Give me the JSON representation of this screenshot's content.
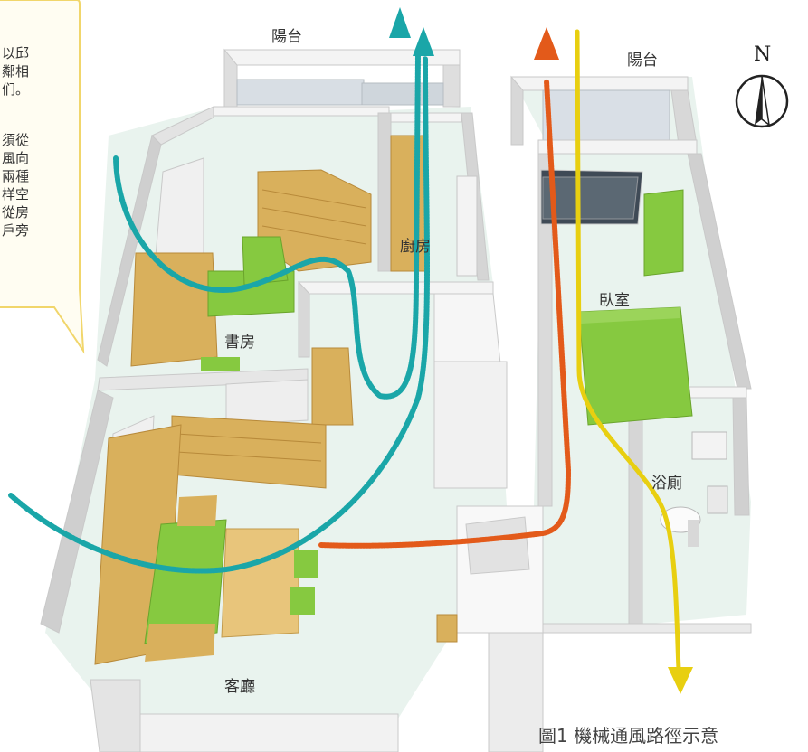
{
  "labels": {
    "balcony_left": "陽台",
    "balcony_right": "陽台",
    "kitchen": "廚房",
    "study": "書房",
    "bedroom": "臥室",
    "bathroom": "浴廁",
    "living_room": "客廳"
  },
  "bubble": {
    "lines": [
      "以邱",
      "鄰相",
      "们。",
      "須從",
      "風向",
      "兩種",
      "样空",
      "從房",
      "戶旁"
    ]
  },
  "compass": {
    "north": "N"
  },
  "caption": "圖1 機械通風路徑示意",
  "colors": {
    "teal_path": "#1aa6a8",
    "orange_path": "#e35a1a",
    "yellow_path": "#e8cf10",
    "furniture_green": "#86c940",
    "furniture_wood": "#d9b05c",
    "floor": "#e6f2ec"
  }
}
